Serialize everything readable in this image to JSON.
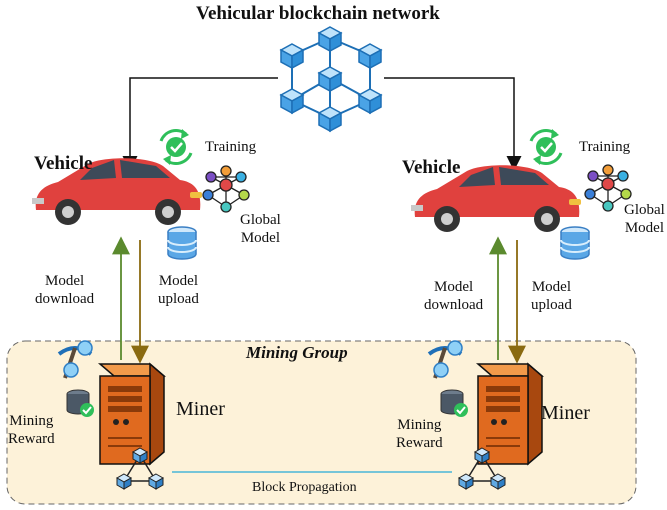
{
  "title": "Vehicular blockchain network",
  "left": {
    "vehicle": "Vehicle",
    "training": "Training",
    "global_model": [
      "Global",
      "Model"
    ],
    "model_download": [
      "Model",
      "download"
    ],
    "model_upload": [
      "Model",
      "upload"
    ],
    "miner": "Miner",
    "mining_reward": [
      "Mining",
      "Reward"
    ]
  },
  "right": {
    "vehicle": "Vehicle",
    "training": "Training",
    "global_model": [
      "Global",
      "Model"
    ],
    "model_download": [
      "Model",
      "download"
    ],
    "model_upload": [
      "Model",
      "upload"
    ],
    "miner": "Miner",
    "mining_reward": [
      "Mining",
      "Reward"
    ]
  },
  "mining_group": "Mining Group",
  "block_propagation": "Block Propagation",
  "colors": {
    "car_body": "#e0413e",
    "block": "#2f8fd8",
    "miner": "#e06a1f",
    "group_fill": "#fdf2d9",
    "training_green": "#2fbf5a",
    "download_arrow": "#5b8a2e",
    "upload_arrow": "#8a6a10",
    "propagation_line": "#4ab6d8"
  }
}
